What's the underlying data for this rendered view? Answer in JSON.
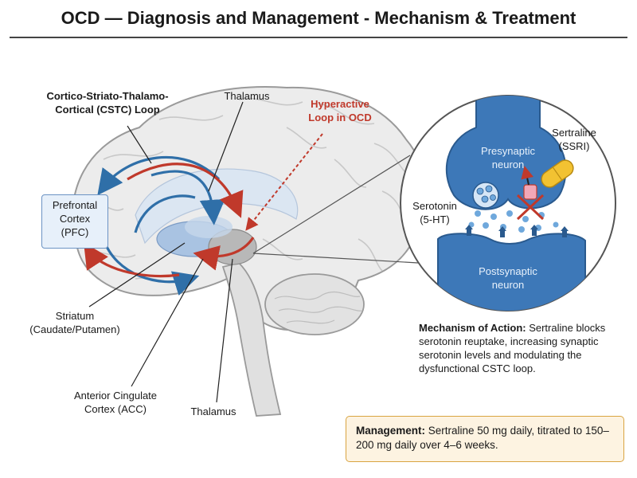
{
  "title": "OCD — Diagnosis and Management - Mechanism & Treatment",
  "labels": {
    "cstc_loop_line1": "Cortico-Striato-Thalamo-",
    "cstc_loop_line2": "Cortical (CSTC) Loop",
    "thalamus_top": "Thalamus",
    "hyperactive_line1": "Hyperactive",
    "hyperactive_line2": "Loop in OCD",
    "pfc_line1": "Prefrontal",
    "pfc_line2": "Cortex",
    "pfc_line3": "(PFC)",
    "striatum_line1": "Striatum",
    "striatum_line2": "(Caudate/Putamen)",
    "acc_line1": "Anterior Cingulate",
    "acc_line2": "Cortex (ACC)",
    "thalamus_bottom": "Thalamus"
  },
  "synapse": {
    "presynaptic_line1": "Presynaptic",
    "presynaptic_line2": "neuron",
    "postsynaptic_line1": "Postsynaptic",
    "postsynaptic_line2": "neuron",
    "sertraline_line1": "Sertraline",
    "sertraline_line2": "(SSRI)",
    "serotonin_line1": "Serotonin",
    "serotonin_line2": "(5-HT)"
  },
  "mechanism": {
    "heading": "Mechanism of Action:",
    "text": "Sertraline blocks serotonin reuptake, increasing synaptic serotonin levels and modulating the dysfunctional CSTC loop."
  },
  "management": {
    "heading": "Management:",
    "text": "Sertraline 50 mg daily, titrated to 150–200 mg daily over 4–6 weeks."
  },
  "colors": {
    "loop_blue": "#2f6fa8",
    "loop_red": "#c0392b",
    "neuron_blue": "#3d78b8",
    "pill_yellow": "#f2c232",
    "mgmt_bg": "#fdf3e1",
    "mgmt_border": "#d9a441"
  }
}
